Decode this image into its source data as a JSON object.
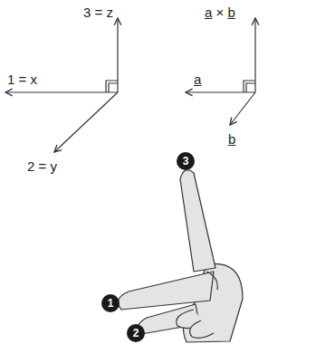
{
  "diagram": {
    "nodes": [
      {
        "text": [
          "3"
        ]
      },
      {
        "text": [
          "1"
        ]
      },
      {
        "text": [
          "2"
        ]
      }
    ],
    "labels": [
      "3 = z",
      "1 = x",
      "2 = y",
      "a × b",
      "a",
      "b"
    ]
  }
}
